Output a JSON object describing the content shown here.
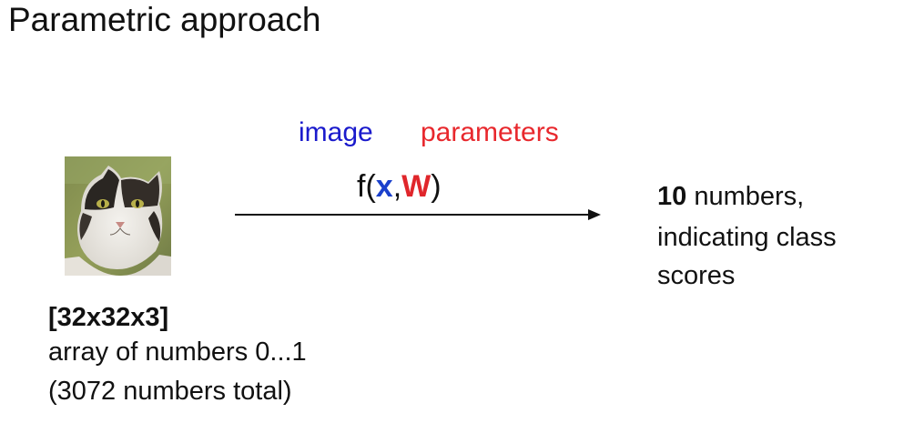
{
  "title": "Parametric approach",
  "labels": {
    "image": "image",
    "parameters": "parameters"
  },
  "formula": {
    "prefix": "f(",
    "x": "x",
    "comma": ",",
    "w": "W",
    "suffix": ")"
  },
  "input": {
    "dimensions": "[32x32x3]",
    "line1": "array of numbers 0...1",
    "line2": "(3072 numbers total)"
  },
  "output": {
    "count": "10",
    "line1_rest": " numbers,",
    "line2": "indicating class",
    "line3": "scores"
  },
  "colors": {
    "image_label": "#1a1acc",
    "parameters_label": "#e8282d",
    "x_var": "#1a40cc",
    "w_var": "#e0262b",
    "text": "#111111"
  },
  "icons": {
    "input_image": "cat-photo"
  }
}
